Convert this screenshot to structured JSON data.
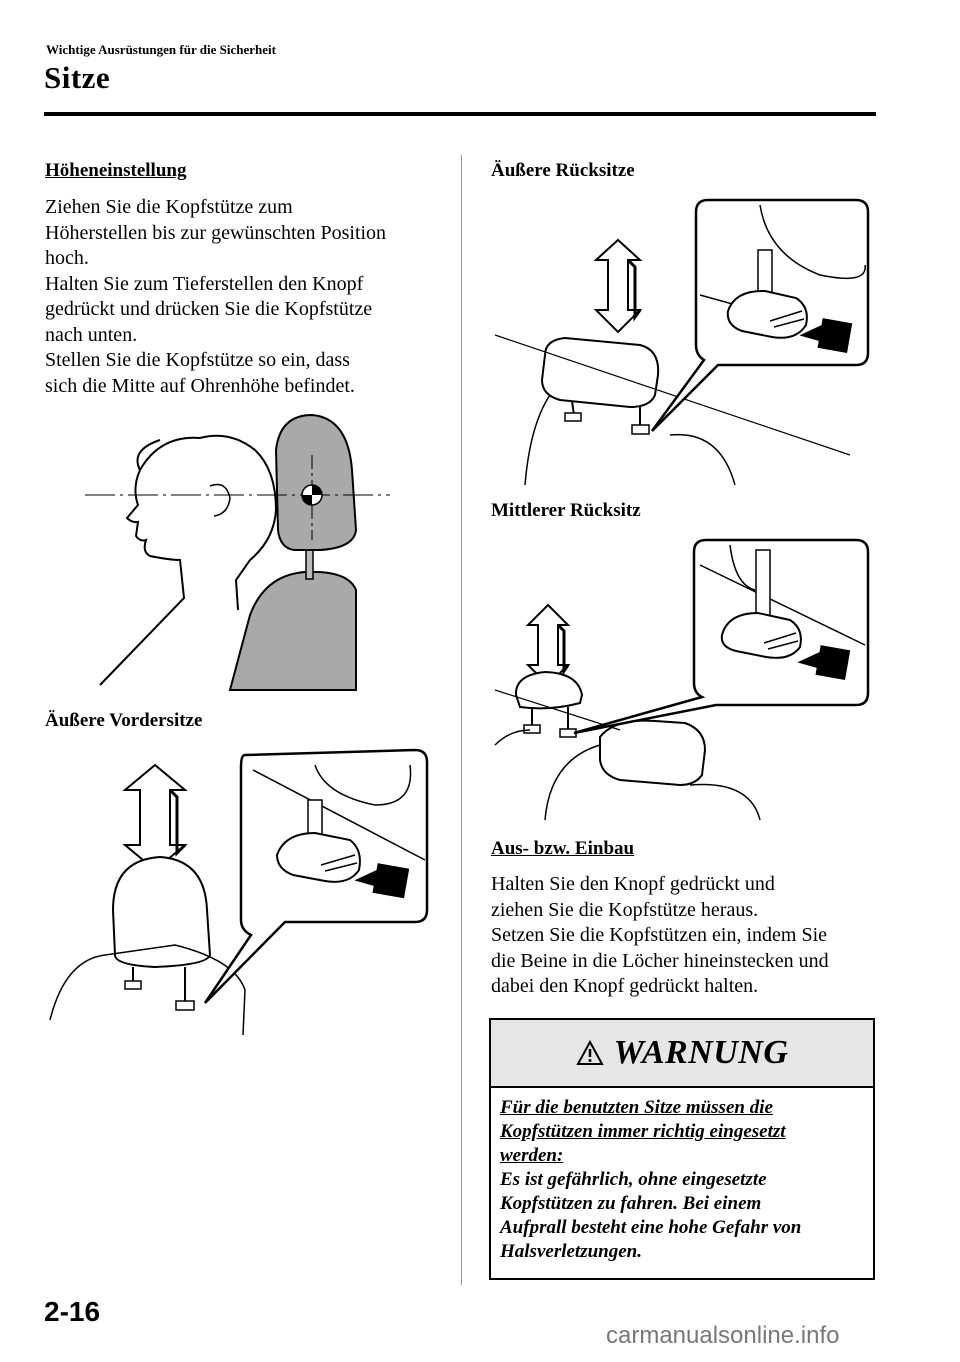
{
  "header": {
    "section": "Wichtige Ausrüstungen für die Sicherheit",
    "title": "Sitze"
  },
  "left": {
    "heading": "Höheneinstellung",
    "paragraph_lines": [
      "Ziehen Sie die Kopfstütze zum",
      "Höherstellen bis zur gewünschten Position",
      "hoch.",
      "Halten Sie zum Tieferstellen den Knopf",
      "gedrückt und drücken Sie die Kopfstütze",
      "nach unten.",
      "Stellen Sie die Kopfstütze so ein, dass",
      "sich die Mitte auf Ohrenhöhe befindet."
    ],
    "front_heading": "Äußere Vordersitze"
  },
  "right": {
    "outer_rear_heading": "Äußere Rücksitze",
    "middle_rear_heading": "Mittlerer Rücksitz",
    "removal_heading": "Aus- bzw. Einbau",
    "removal_lines": [
      "Halten Sie den Knopf gedrückt und",
      "ziehen Sie die Kopfstütze heraus.",
      "Setzen Sie die Kopfstützen ein, indem Sie",
      "die Beine in die Löcher hineinstecken und",
      "dabei den Knopf gedrückt halten."
    ]
  },
  "warning": {
    "title": "WARNUNG",
    "icon": "warning-triangle-icon",
    "underlined_lines": [
      "Für die benutzten Sitze müssen die",
      "Kopfstützen immer richtig eingesetzt",
      "werden:"
    ],
    "lines": [
      "Es ist gefährlich, ohne eingesetzte",
      "Kopfstützen zu fahren. Bei einem",
      "Aufprall besteht eine hohe Gefahr von",
      "Halsverletzungen."
    ]
  },
  "footer": {
    "page_number": "2-16",
    "watermark": "carmanualsonline.info"
  }
}
